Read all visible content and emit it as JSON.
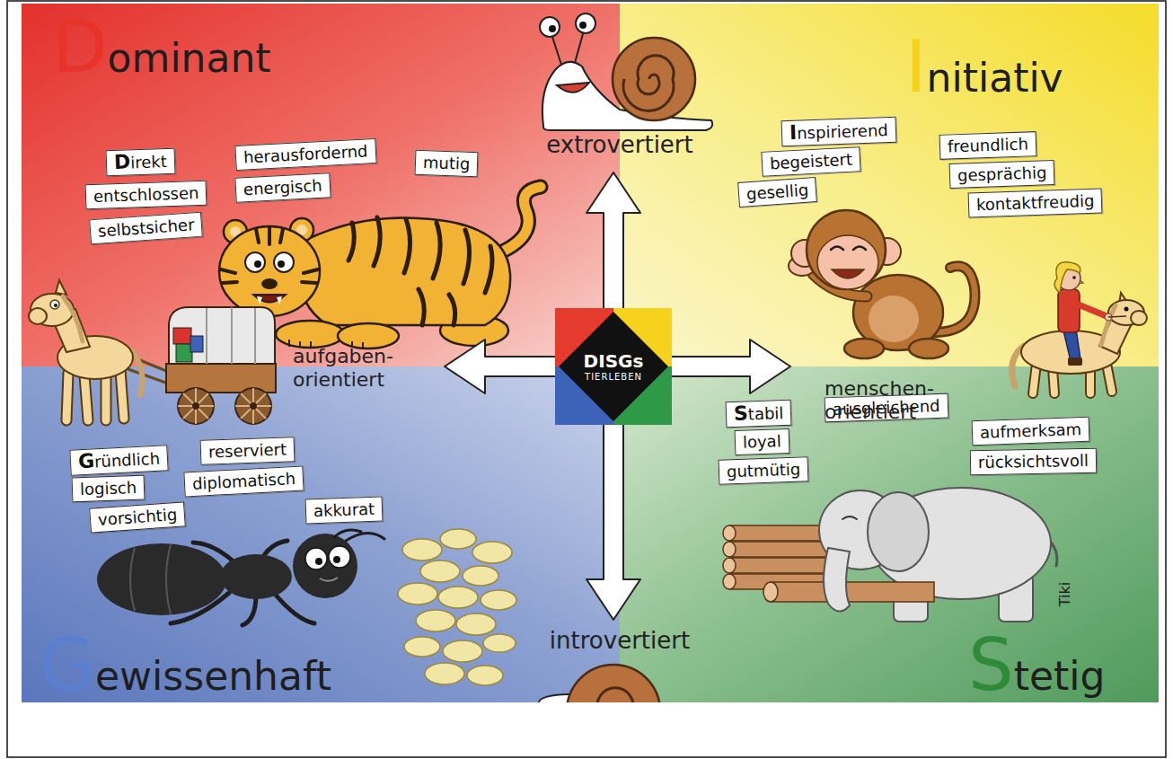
{
  "diagram": {
    "nodes": [
      {
        "text": [
          "Dominant"
        ]
      },
      {
        "text": [
          "Direkt"
        ],
        "in": 0
      },
      {
        "text": [
          "herausfordernd"
        ],
        "in": 0
      },
      {
        "text": [
          "mutig"
        ],
        "in": 0
      },
      {
        "text": [
          "entschlossen"
        ],
        "in": 0
      },
      {
        "text": [
          "energisch"
        ],
        "in": 0
      },
      {
        "text": [
          "selbstsicher"
        ],
        "in": 0
      },
      {
        "text": [
          "Initiativ"
        ]
      },
      {
        "text": [
          "Inspirierend"
        ],
        "in": 7
      },
      {
        "text": [
          "freundlich"
        ],
        "in": 7
      },
      {
        "text": [
          "begeistert"
        ],
        "in": 7
      },
      {
        "text": [
          "gesprächig"
        ],
        "in": 7
      },
      {
        "text": [
          "gesellig"
        ],
        "in": 7
      },
      {
        "text": [
          "kontaktfreudig"
        ],
        "in": 7
      },
      {
        "text": [
          "DISGs",
          "TIERLEBEN"
        ]
      },
      {
        "text": [
          "Gewissenhaft"
        ]
      },
      {
        "text": [
          "Gründlich"
        ],
        "in": 15
      },
      {
        "text": [
          "reserviert"
        ],
        "in": 15
      },
      {
        "text": [
          "logisch"
        ],
        "in": 15
      },
      {
        "text": [
          "diplomatisch"
        ],
        "in": 15
      },
      {
        "text": [
          "vorsichtig"
        ],
        "in": 15
      },
      {
        "text": [
          "akkurat"
        ],
        "in": 15
      },
      {
        "text": [
          "Stetig"
        ]
      },
      {
        "text": [
          "Stabil"
        ],
        "in": 22
      },
      {
        "text": [
          "ausgleichend"
        ],
        "in": 22
      },
      {
        "text": [
          "loyal"
        ],
        "in": 22
      },
      {
        "text": [
          "aufmerksam"
        ],
        "in": 22
      },
      {
        "text": [
          "gutmütig"
        ],
        "in": 22
      },
      {
        "text": [
          "rücksichtsvoll"
        ],
        "in": 22
      }
    ],
    "labels": [
      "extrovertiert",
      "aufgaben- orientiert",
      "menschen- orientiert",
      "introvertiert",
      "Tiki"
    ]
  }
}
